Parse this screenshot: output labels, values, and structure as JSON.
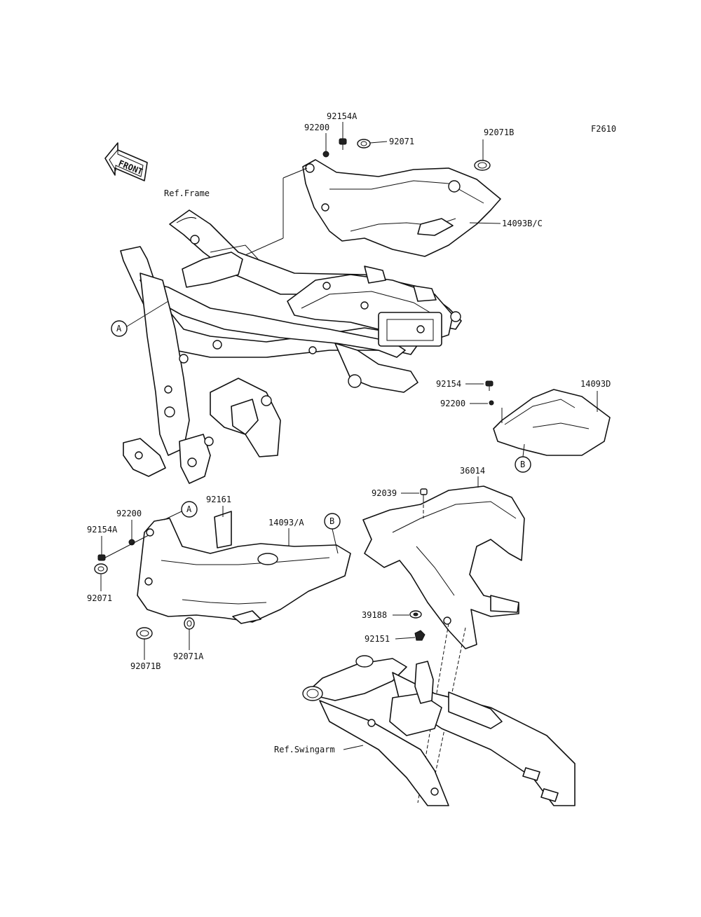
{
  "figure_code": "F2610",
  "front_label": "FRONT",
  "refs": {
    "frame": "Ref.Frame",
    "swingarm": "Ref.Swingarm"
  },
  "markers": {
    "a": "A",
    "b": "B"
  },
  "callouts": {
    "c_92154A_top": "92154A",
    "c_92200_top": "92200",
    "c_92071_top": "92071",
    "c_92071B_top": "92071B",
    "c_14093BC": "14093B/C",
    "c_92154_right": "92154",
    "c_92200_right": "92200",
    "c_14093D": "14093D",
    "c_92161": "92161",
    "c_92200_left": "92200",
    "c_92154A_left": "92154A",
    "c_92071_left": "92071",
    "c_14093A": "14093/A",
    "c_92071B_bottom": "92071B",
    "c_92071A": "92071A",
    "c_92039": "92039",
    "c_36014": "36014",
    "c_39188": "39188",
    "c_92151": "92151"
  }
}
